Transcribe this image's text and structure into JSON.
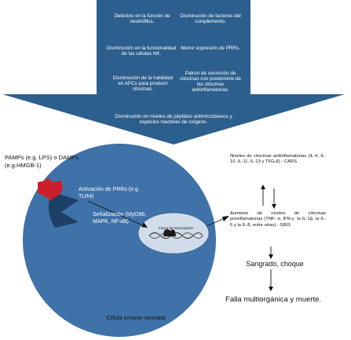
{
  "arrow_items": {
    "neutrophil": "Defectos en la función de neutrófilos.",
    "complement": "Disminución de factores del complemento.",
    "nk": "Disminución en la funcionalidad de las células NK.",
    "prrs": "Menor expresión de PRRs.",
    "apc": "Disminución de la habilidad en APCs para producir citocinas.",
    "cytokine_pattern": "Patrón de secreción de citocinas con predominio de las citocinas antiinflamatorias.",
    "peptides": "Disminución en niveles de péptidos antimicrobianos y especies reactivas de oxígeno."
  },
  "pamps_label": "PAMPs (e.g. LPS) o DAMPs (e.g.HMGB-1)",
  "prr_activation": "Activación de PRRs (e.g TLR4)",
  "signaling": "Señalización (MyD88, MAPK, NF-κB)",
  "transcription_factor": "Factor de transcripción",
  "cell_label": "Célula inmune neonatal",
  "cars_text": "Niveles de citocinas antiinflamatorias (IL-4, IL-10, IL-11, IL-13 y TFG-β) - CARS",
  "sirs_text": "Aumento de niveles de citocinas proinflamatorias (TNF- α, IFN-γ, la IL-1β, la IL-6 y la IL-8, entre otras) - SIRS",
  "bleeding": "Sangrado, choque",
  "outcome": "Falla multiorgánica y muerte.",
  "colors": {
    "arrow": "#2c5f8d",
    "cell": "#3f72a8",
    "nucleus": "#d0dcea",
    "pathogen": "#cc1f2b",
    "receptor": "#1c3f66"
  }
}
